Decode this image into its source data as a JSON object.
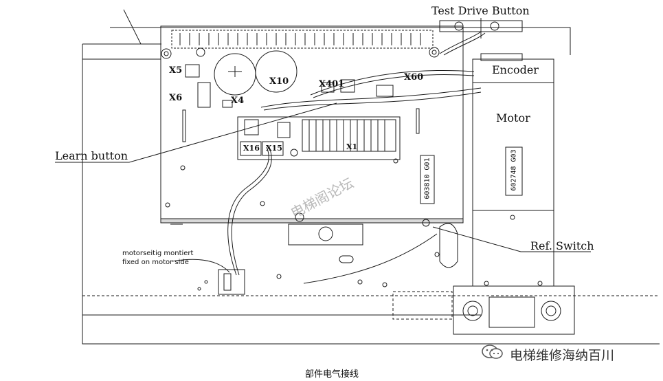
{
  "callouts": {
    "test_drive_button": "Test Drive Button",
    "encoder": "Encoder",
    "motor": "Motor",
    "learn_button": "Learn button",
    "ref_switch": "Ref. Switch"
  },
  "connectors": {
    "x5": "X5",
    "x6": "X6",
    "x10": "X10",
    "x4": "X4",
    "x401": "X401",
    "x60": "X60",
    "x16": "X16",
    "x15": "X15",
    "x1": "X1"
  },
  "part_numbers": {
    "board": "603810 G01",
    "motor": "602748 G03"
  },
  "note": {
    "line1": "motorseitig montiert",
    "line2": "fixed on motor side"
  },
  "watermark": "电梯阁论坛",
  "brand": "电梯维修海纳百川",
  "caption": "部件电气接线"
}
